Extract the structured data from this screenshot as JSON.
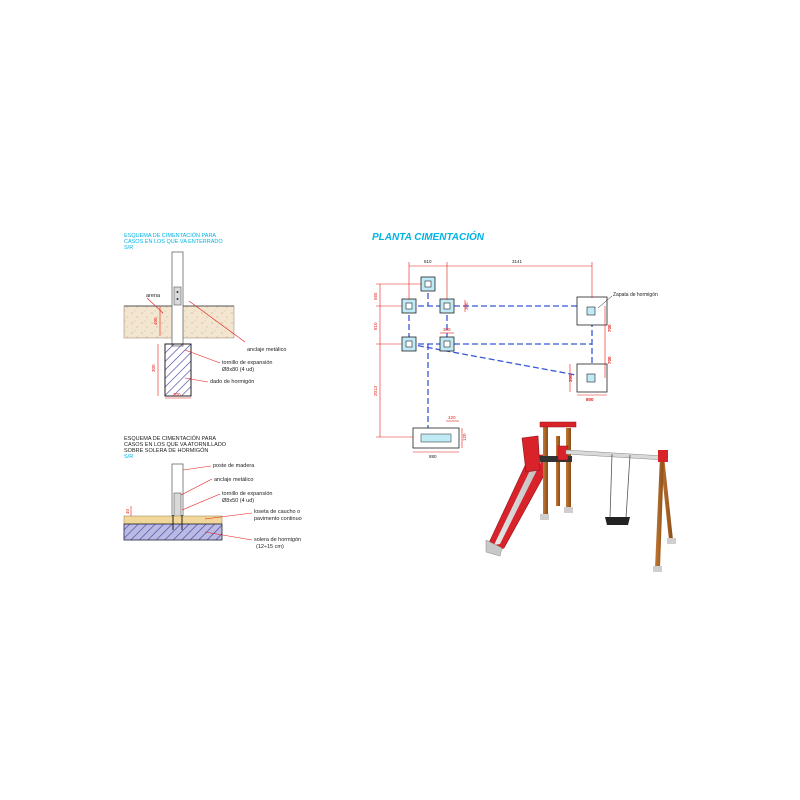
{
  "detail_top": {
    "heading_line1": "ESQUEMA DE CIMENTACIÓN PARA",
    "heading_line2": "CASOS EN LOS QUE VA ENTERRADO",
    "heading_line3": "S/R",
    "label_sand": "arena",
    "label_anchor": "anclaje metálico",
    "label_bolt": "tornillo de expansión",
    "label_bolt_spec": "Ø8x80 (4 ud)",
    "label_concrete": "dado de hormigón",
    "dim_depth_small": "400",
    "dim_depth": "300",
    "dim_width": "200"
  },
  "detail_bottom": {
    "heading_line1": "ESQUEMA DE CIMENTACIÓN PARA",
    "heading_line2": "CASOS EN LOS QUE VA ATORNILLADO",
    "heading_line3": "SOBRE SOLERA DE HORMIGÓN",
    "heading_line4": "S/R",
    "label_post": "poste de madera",
    "label_anchor": "anclaje metálico",
    "label_bolt": "tornillo de expansión",
    "label_bolt_spec": "Ø8x50 (4 ud)",
    "label_tile_line1": "loseta de caucho o",
    "label_tile_line2": "pavimento continuo",
    "label_slab_line1": "solera de hormigón",
    "label_slab_line2": "(12÷15 cm)",
    "dim_small": "40"
  },
  "plan": {
    "title": "PLANTA CIMENTACIÓN",
    "label_footing": "Zapata de hormigón",
    "dim_top_left": "810",
    "dim_top_right": "3141",
    "dim_left_top": "565",
    "dim_left_mid": "810",
    "dim_left_bottom": "2013",
    "dim_right_a": "700",
    "dim_right_b": "700",
    "dim_side_small": "300",
    "dim_box_small": "300",
    "dim_box_bottom_right": "800",
    "dim_box_bottom": "880",
    "dim_inner_small": "120",
    "dim_box_side": "300",
    "dim_inner_left": "120"
  },
  "colors": {
    "cyan": "#00b4e6",
    "red": "#e41b17",
    "blue_dash": "#3a57d6",
    "dark": "#1a1a1a",
    "slide_red": "#d8232a",
    "wood": "#b5651d"
  }
}
